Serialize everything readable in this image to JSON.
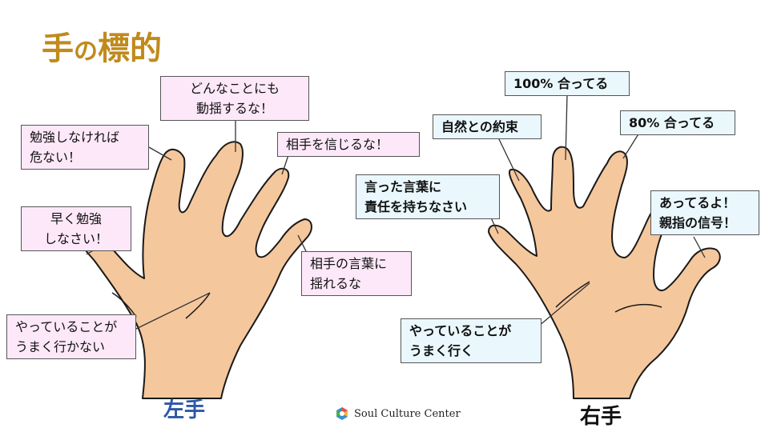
{
  "title": {
    "kanji1": "手",
    "particle": "の",
    "kanji2": "標的"
  },
  "left_hand": {
    "caption": "左手",
    "caption_color": "#2d58a6",
    "labels": {
      "pinky": [
        "勉強しなければ",
        "危ない！"
      ],
      "ring": [
        "どんなことにも",
        "動揺するな！"
      ],
      "middle": [
        "相手を信じるな！"
      ],
      "index": [
        "相手の言葉に",
        "揺れるな"
      ],
      "thumb": [
        "早く勉強",
        "しなさい！"
      ],
      "palm": [
        "やっていることが",
        "うまく行かない"
      ]
    }
  },
  "right_hand": {
    "caption": "右手",
    "caption_color": "#111111",
    "labels": {
      "ring": [
        "100% 合ってる"
      ],
      "middle": [
        "80% 合ってる"
      ],
      "index_upper": [
        "自然との約束"
      ],
      "pinky": [
        "言った言葉に",
        "責任を持ちなさい"
      ],
      "thumb": [
        "あってるよ！",
        "親指の信号！"
      ],
      "palm": [
        "やっていることが",
        "うまく行く"
      ]
    }
  },
  "footer": {
    "logo": "soul-culture-logo-icon",
    "text": "Soul Culture Center"
  },
  "colors": {
    "title": "#c08a1c",
    "skin": "#f5c79c",
    "outline": "#1a1a1a",
    "pink_box": "#fde8f9",
    "blue_box": "#eaf8fd"
  }
}
